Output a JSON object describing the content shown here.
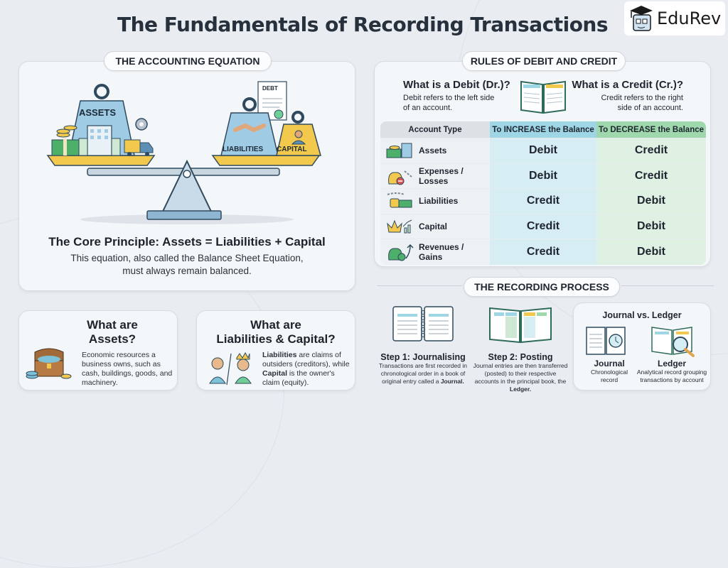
{
  "header": {
    "title": "The Fundamentals of Recording Transactions",
    "logo": "EduRev"
  },
  "equation": {
    "section_label": "THE ACCOUNTING EQUATION",
    "weights": {
      "assets": "ASSETS",
      "liabilities": "LIABILITIES",
      "capital": "CAPITAL",
      "debt_doc": "DEBT"
    },
    "core_title": "The Core Principle: Assets = Liabilities + Capital",
    "core_line1": "This equation, also called the Balance Sheet Equation,",
    "core_line2": "must always remain balanced."
  },
  "assets_card": {
    "title_line1": "What are",
    "title_line2": "Assets?",
    "text": "Economic resources a business owns, such as cash, buildings, goods, and machinery."
  },
  "liab_card": {
    "title_line1": "What are",
    "title_line2": "Liabilities & Capital?",
    "bold1": "Liabilities",
    "text1": " are claims of outsiders (creditors), while ",
    "bold2": "Capital",
    "text2": " is the owner's claim (equity)."
  },
  "rules": {
    "section_label": "RULES OF DEBIT AND CREDIT",
    "debit_title": "What is a Debit (Dr.)?",
    "debit_text_1": "Debit refers to the left side",
    "debit_text_2": "of an account.",
    "credit_title": "What is a Credit (Cr.)?",
    "credit_text_1": "Credit refers to the right",
    "credit_text_2": "side of an account.",
    "table": {
      "headers": [
        "Account Type",
        "To INCREASE the Balance",
        "To DECREASE the Balance"
      ],
      "rows": [
        {
          "type": "Assets",
          "increase": "Debit",
          "decrease": "Credit"
        },
        {
          "type": "Expenses / Losses",
          "increase": "Debit",
          "decrease": "Credit"
        },
        {
          "type": "Liabilities",
          "increase": "Credit",
          "decrease": "Debit"
        },
        {
          "type": "Capital",
          "increase": "Credit",
          "decrease": "Debit"
        },
        {
          "type": "Revenues / Gains",
          "increase": "Credit",
          "decrease": "Debit"
        }
      ]
    }
  },
  "process": {
    "section_label": "THE RECORDING PROCESS",
    "step1": {
      "title": "Step 1: Journalising",
      "text": "Transactions are first recorded in chronological order in a book of original entry called a",
      "bold": "Journal."
    },
    "step2": {
      "title": "Step 2: Posting",
      "text": "Journal entries are then transferred (posted) to their respective accounts in the principal book, the",
      "bold": "Ledger."
    },
    "compare": {
      "title": "Journal vs. Ledger",
      "journal_title": "Journal",
      "journal_text": "Chronological record",
      "ledger_title": "Ledger",
      "ledger_text": "Analytical record grouping transactions by account"
    }
  },
  "colors": {
    "increase": "#9fd6e6",
    "decrease": "#9fd8ad",
    "weight_blue": "#9fcbe4",
    "weight_gold": "#f2c94c",
    "title": "#27313d"
  }
}
